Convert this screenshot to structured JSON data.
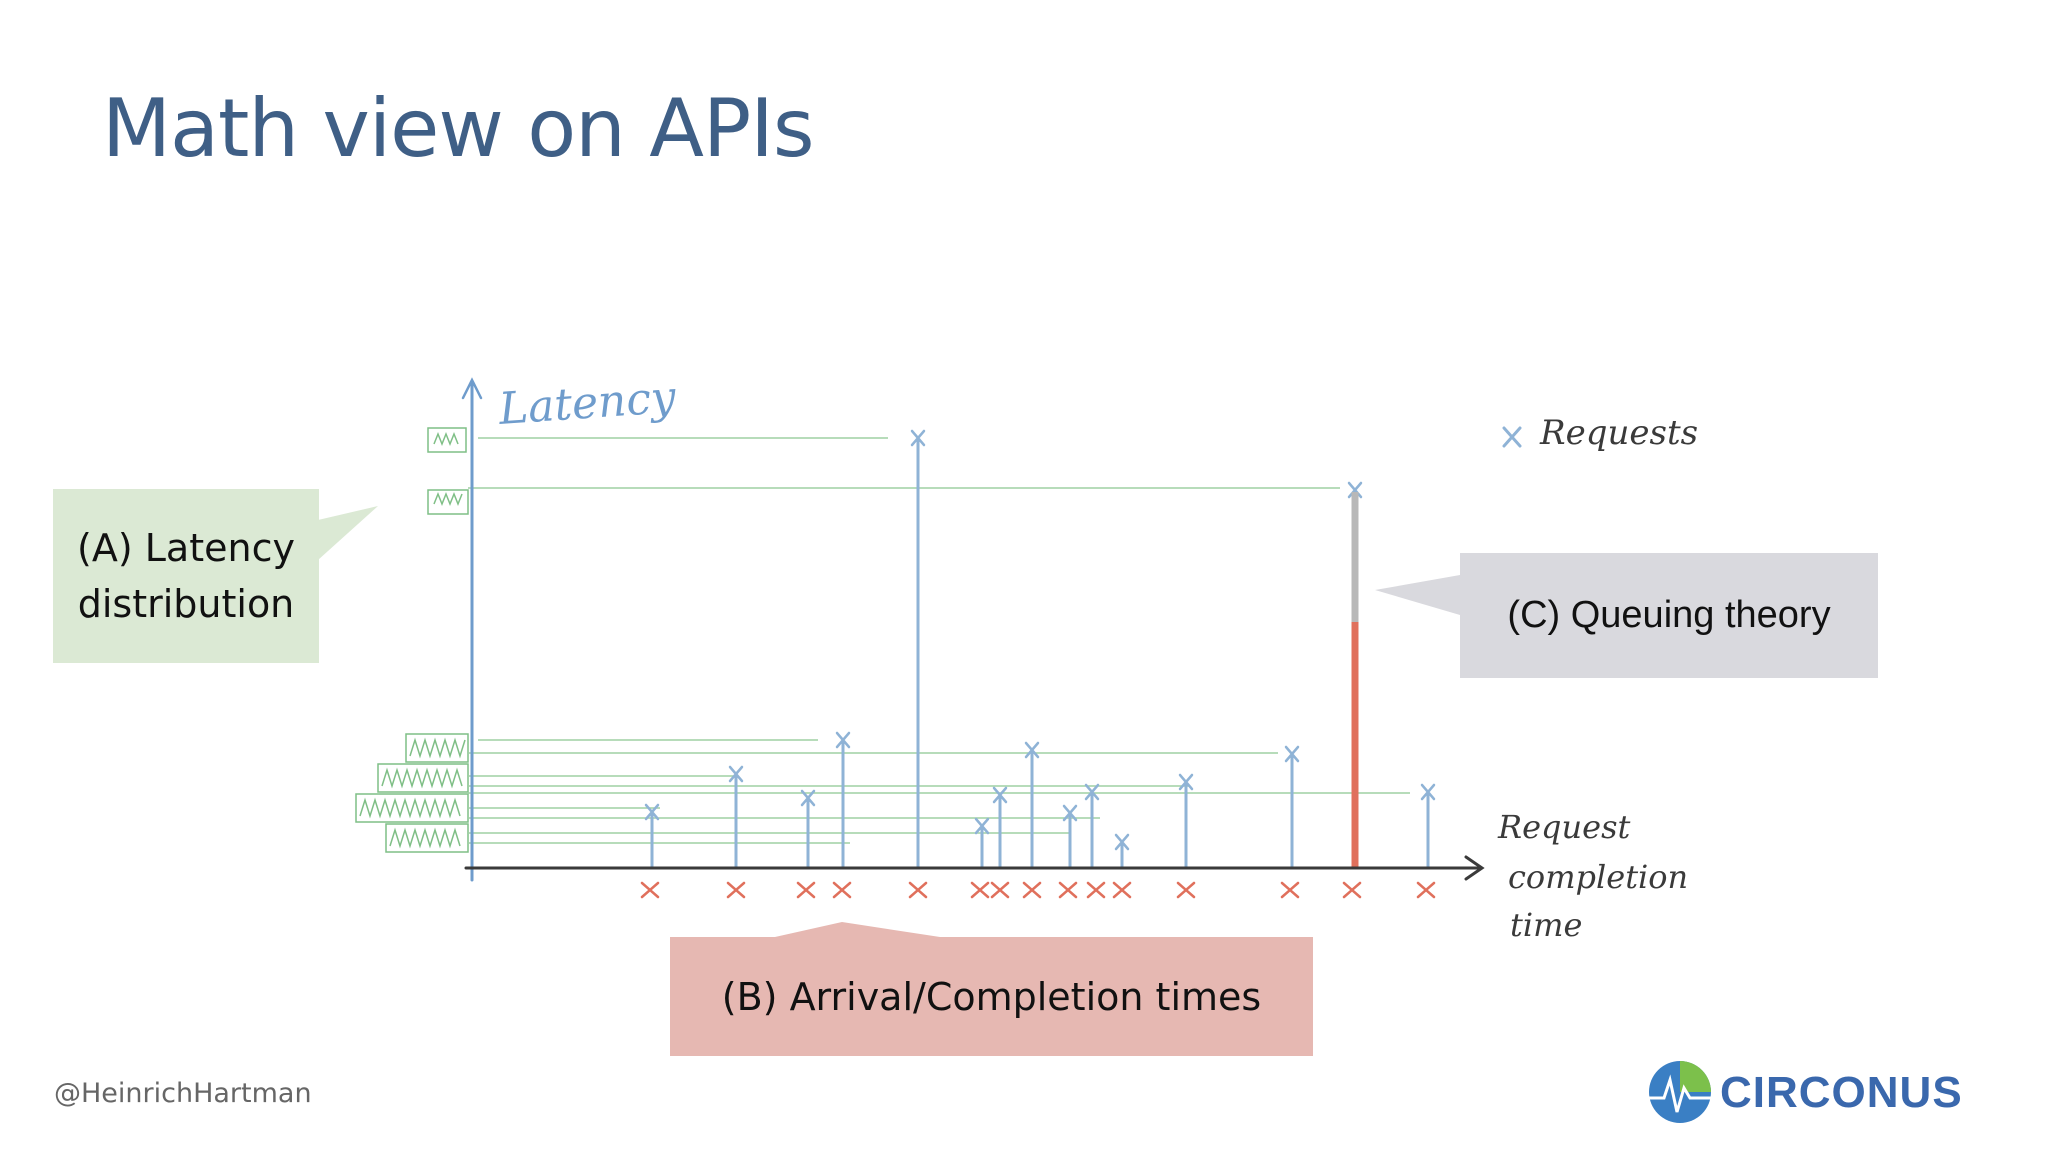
{
  "slide": {
    "title": "Math view on APIs",
    "footer_handle": "@HeinrichHartman",
    "brand_name": "CIRCONUS"
  },
  "diagram": {
    "y_axis_label": "Latency",
    "x_axis_label_lines": [
      "Request",
      "completion",
      "time"
    ],
    "legend_label": "Requests",
    "colors": {
      "request": "#8fb3d6",
      "arrival": "#e0705c",
      "axis": "#3a3a3a",
      "distribution": "#7fbf86",
      "queue_wait": "#b8b8b8",
      "queue_service": "#e0705c"
    }
  },
  "callouts": {
    "a": {
      "text_line1": "(A) Latency",
      "text_line2": "distribution",
      "color": "#dbe9d4"
    },
    "b": {
      "text": "(B) Arrival/Completion times",
      "color": "#e6b8b2"
    },
    "c": {
      "text": "(C) Queuing theory",
      "color": "#d9d9de"
    }
  }
}
